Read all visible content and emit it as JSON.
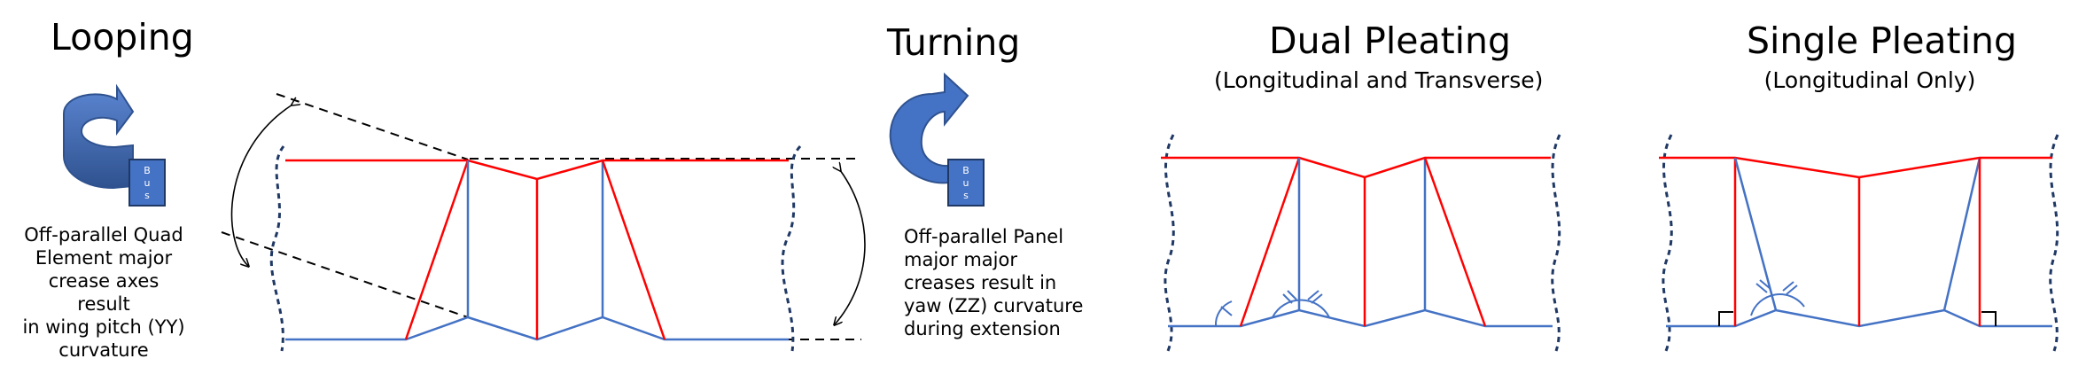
{
  "panels": {
    "looping": {
      "title": "Looping",
      "caption": "Off-parallel Quad\nElement major\ncrease axes result\nin wing pitch (YY)\ncurvature",
      "bus_label": "B\nu\ns"
    },
    "turning": {
      "title": "Turning",
      "caption": "Off-parallel Panel\nmajor major\ncreases result in\nyaw (ZZ) curvature\nduring extension",
      "bus_label": "B\nu\ns"
    },
    "dual_pleating": {
      "title": "Dual Pleating",
      "subtitle": "(Longitudinal and Transverse)"
    },
    "single_pleating": {
      "title": "Single Pleating",
      "subtitle": "(Longitudinal Only)"
    }
  },
  "colors": {
    "red_crease": "#ff0000",
    "blue_crease": "#4472c4",
    "arrow_fill": "#4472c4",
    "dashed_edge": "#1f3864"
  }
}
